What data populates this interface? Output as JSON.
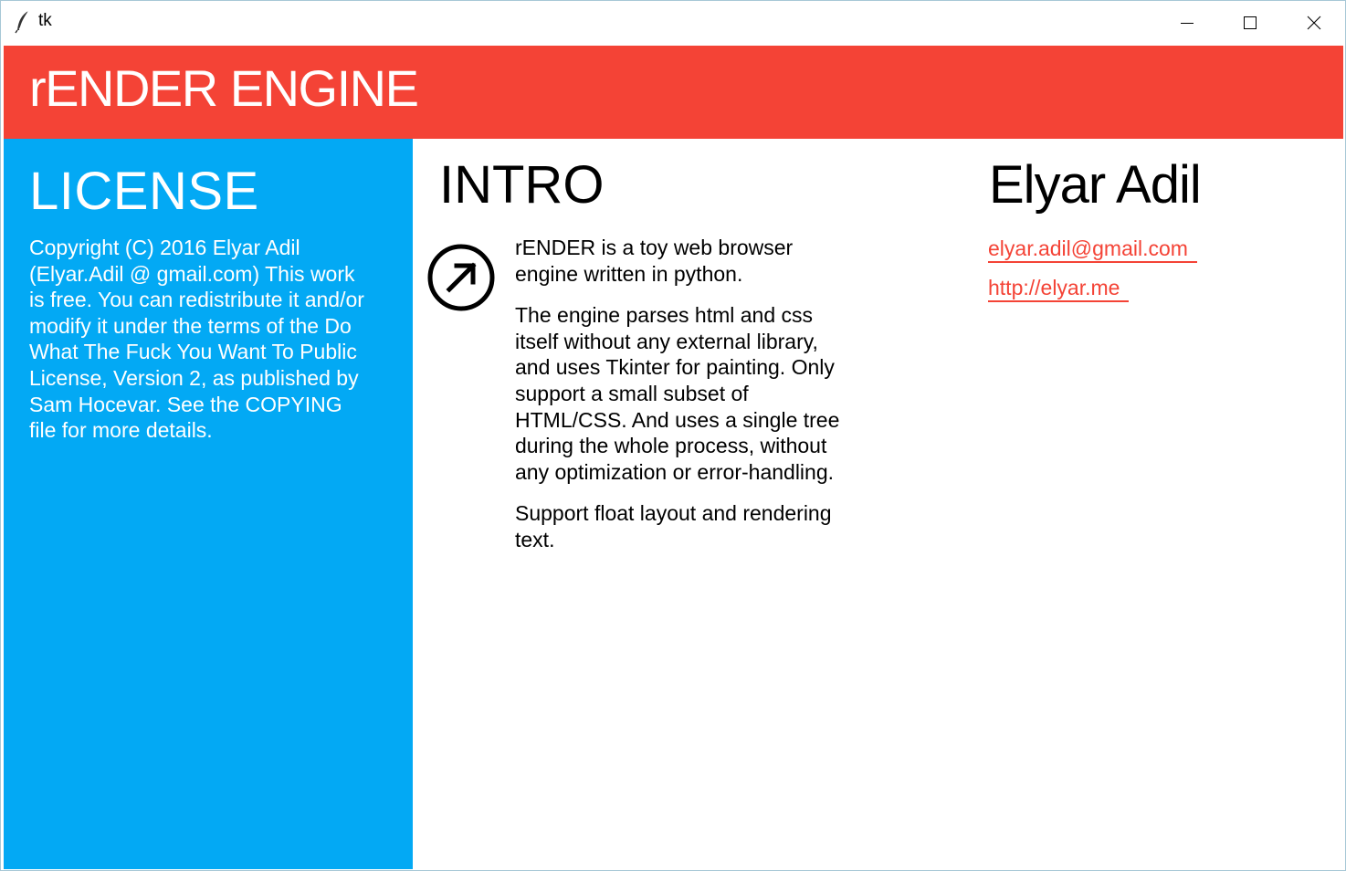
{
  "window": {
    "title": "tk",
    "controls": {
      "minimize_icon": "minimize-icon",
      "maximize_icon": "maximize-icon",
      "close_icon": "close-icon"
    }
  },
  "header": {
    "title": "rENDER ENGINE",
    "color": "#f44336"
  },
  "sidebar": {
    "color": "#03a9f4",
    "title": "LICENSE",
    "text": "Copyright (C) 2016 Elyar Adil (Elyar.Adil @ gmail.com) This work is free. You can redistribute it and/or modify it under the terms of the Do What The Fuck You Want To Public License, Version 2, as published by Sam Hocevar. See the COPYING file for more details."
  },
  "intro": {
    "title": "INTRO",
    "icon": "arrow-up-right-circle-icon",
    "paragraphs": [
      "rENDER is a toy web browser engine written in python.",
      "The engine parses html and css itself without any external library, and uses Tkinter for painting. Only support a small subset of HTML/CSS. And uses a single tree during the whole process, without any optimization or error-handling.",
      "Support float layout and rendering text."
    ]
  },
  "author": {
    "name": "Elyar Adil",
    "email": "elyar.adil@gmail.com",
    "website": "http://elyar.me",
    "link_color": "#f44336"
  }
}
